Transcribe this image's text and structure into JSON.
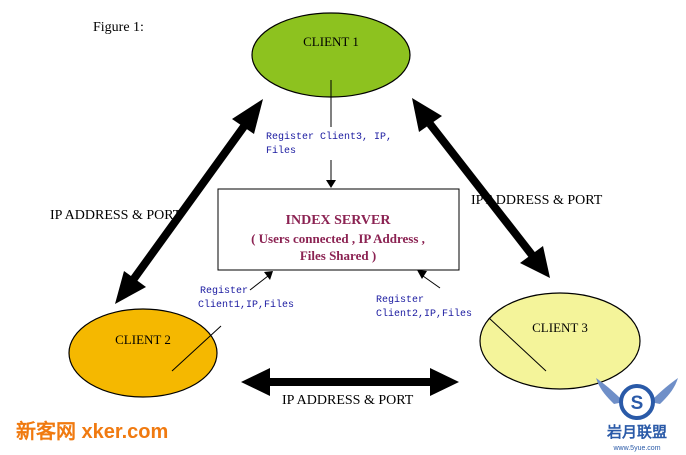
{
  "figure_label": "Figure 1:",
  "colors": {
    "client1": "#8dc21f",
    "client2": "#f5b800",
    "client3": "#f4f49a",
    "server_text": "#8b2252",
    "register_text": "#1a1aa0",
    "arrow": "#000000",
    "watermark_orange": "#f07a10",
    "watermark_blue": "#2a5aa8"
  },
  "nodes": {
    "client1": "CLIENT 1",
    "client2": "CLIENT 2",
    "client3": "CLIENT 3",
    "server": {
      "title": "INDEX SERVER",
      "line2": "( Users connected , IP Address ,",
      "line3": "Files Shared  )"
    }
  },
  "edges": {
    "c1_c2": "IP ADDRESS & PORT",
    "c1_c3": "IP ADDRESS & PORT",
    "c2_c3": "IP ADDRESS & PORT"
  },
  "registrations": {
    "c1": {
      "line1": "Register Client3, IP,",
      "line2": "Files"
    },
    "c2": {
      "line1": "Register",
      "line2": "Client1,IP,Files"
    },
    "c3": {
      "line1": "Register",
      "line2": "Client2,IP,Files"
    }
  },
  "watermarks": {
    "left": "新客网 xker.com",
    "right_logo": "S",
    "right_text": "岩月联盟",
    "right_url": "www.5yue.com"
  }
}
